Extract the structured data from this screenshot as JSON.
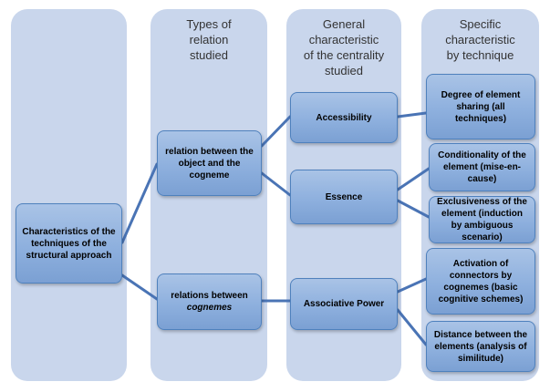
{
  "headers": {
    "col2": "Types of\nrelation\nstudied",
    "col3": "General\ncharacteristic\nof the centrality\nstudied",
    "col4": "Specific\ncharacteristic\nby technique"
  },
  "nodes": {
    "root": "Characteristics of the techniques of the structural approach",
    "relation_object_cogneme": "relation between the object and the cogneme",
    "relations_cognemes_prefix": "relations between",
    "relations_cognemes_italic": "cognemes",
    "accessibility": "Accessibility",
    "essence": "Essence",
    "associative_power": "Associative Power",
    "degree_sharing": "Degree of element sharing (all techniques)",
    "conditionality": "Conditionality of the element (mise-en-cause)",
    "exclusiveness": "Exclusiveness of the element (induction by ambiguous scenario)",
    "activation": "Activation of connectors by cognemes (basic cognitive schemes)",
    "distance": "Distance between the elements (analysis of similitude)"
  },
  "colors": {
    "column_bg": "#c9d6ec",
    "node_fill": "#8eb0de",
    "node_border": "#4f81bd",
    "connector": "#4a74b5"
  }
}
